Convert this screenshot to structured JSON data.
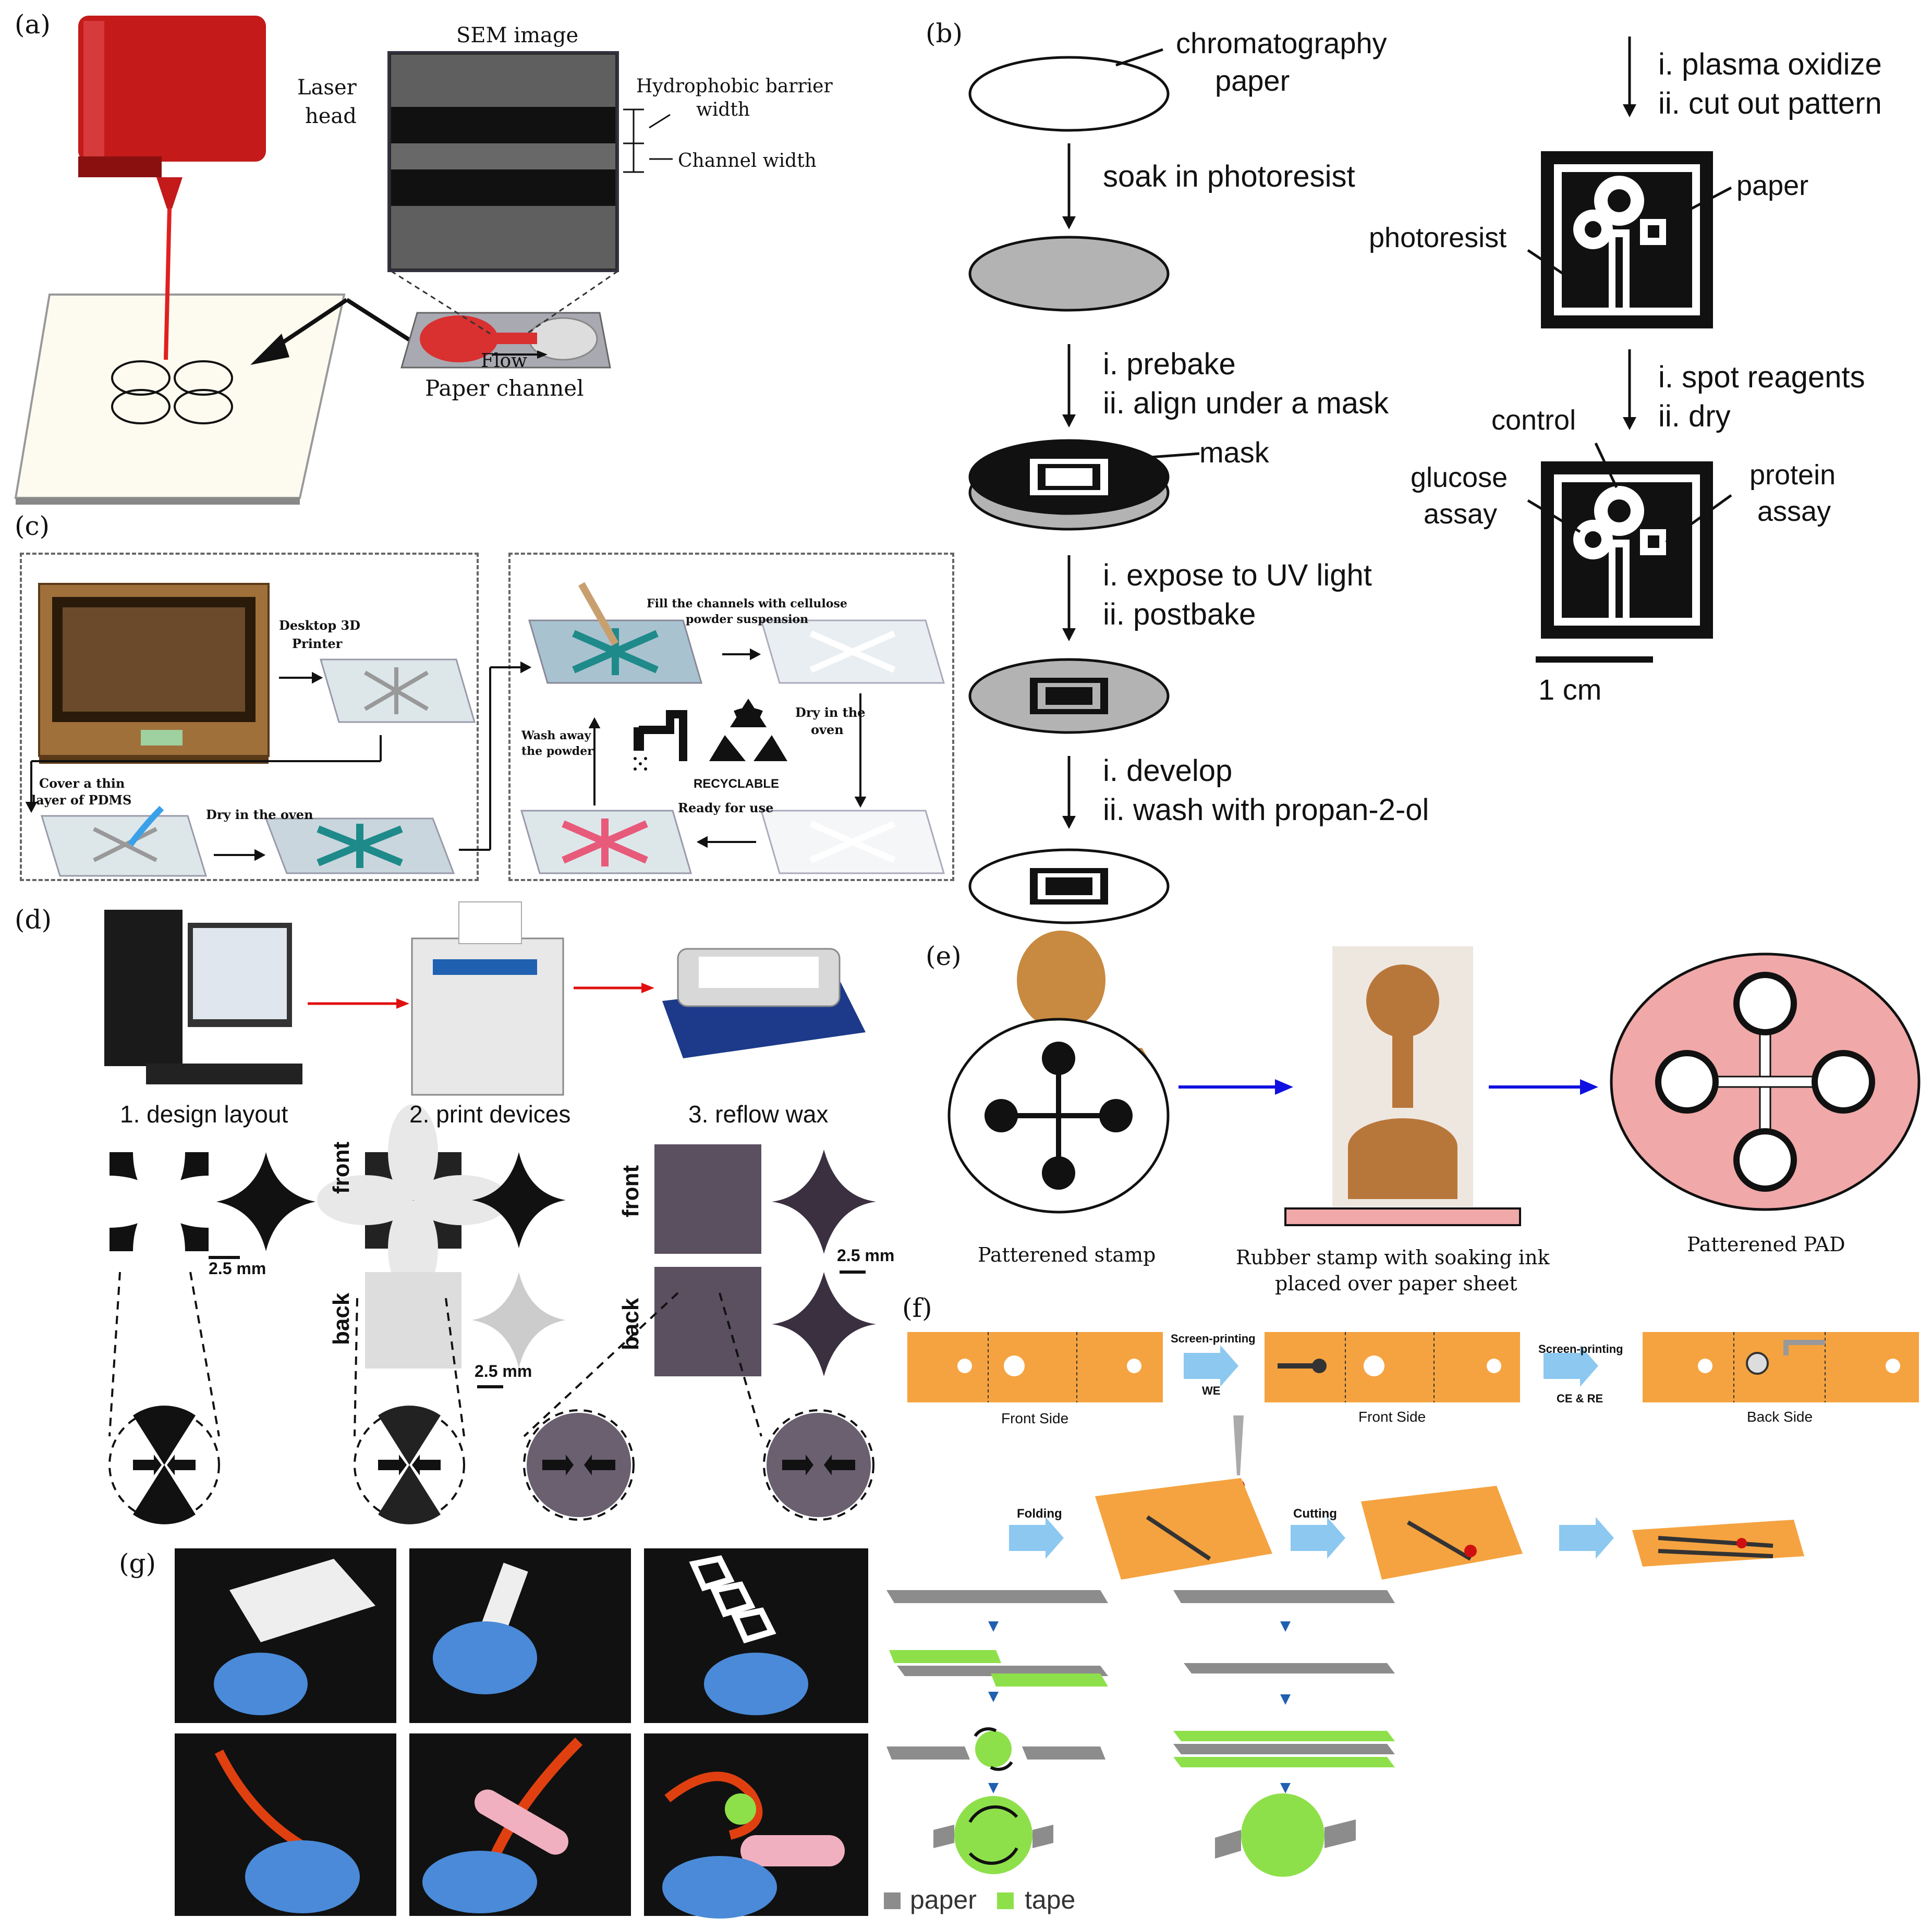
{
  "panels": {
    "a": {
      "label": "(a)",
      "sem_title": "SEM image",
      "laser_head": [
        "Laser",
        "head"
      ],
      "barrier_width": [
        "Hydrophobic barrier",
        "width"
      ],
      "channel_width": "Channel width",
      "flow": "Flow",
      "paper_channel": "Paper channel"
    },
    "b": {
      "label": "(b)",
      "chromatography": [
        "chromatography",
        "paper"
      ],
      "soak": "soak in photoresist",
      "prebake": [
        "i. prebake",
        "ii. align under a mask"
      ],
      "mask": "mask",
      "expose": [
        "i. expose to UV light",
        "ii. postbake"
      ],
      "develop": [
        "i. develop",
        "ii. wash with propan-2-ol"
      ],
      "plasma": [
        "i. plasma oxidize",
        "ii. cut out pattern"
      ],
      "paper": "paper",
      "photoresist": "photoresist",
      "spot": [
        "i. spot reagents",
        "ii. dry"
      ],
      "control": "control",
      "glucose": [
        "glucose",
        "assay"
      ],
      "protein": [
        "protein",
        "assay"
      ],
      "scale": "1 cm"
    },
    "c": {
      "label": "(c)",
      "printer": [
        "Desktop 3D",
        "Printer"
      ],
      "pdms": [
        "Cover a thin",
        "layer of PDMS"
      ],
      "dry_oven": "Dry in the oven",
      "fill": [
        "Fill the channels with cellulose",
        "powder suspension"
      ],
      "dry_in_oven": [
        "Dry in the",
        "oven"
      ],
      "wash": [
        "Wash away",
        "the powder"
      ],
      "recyclable": "RECYCLABLE",
      "ready": "Ready for use"
    },
    "d": {
      "label": "(d)",
      "step1": "1. design layout",
      "step2": "2. print devices",
      "step3": "3. reflow wax",
      "scale": "2.5 mm",
      "front": "front",
      "back": "back"
    },
    "e": {
      "label": "(e)",
      "stamp": "Patterened stamp",
      "rubber": [
        "Rubber stamp with soaking ink",
        "placed over paper sheet"
      ],
      "pad": "Patterened PAD"
    },
    "f": {
      "label": "(f)",
      "screen1": "Screen-printing",
      "we": "WE",
      "screen2": "Screen-printing",
      "cere": "CE & RE",
      "front1": "Front Side",
      "front2": "Front Side",
      "back": "Back Side",
      "folding": "Folding",
      "cutting": "Cutting"
    },
    "g": {
      "label": "(g)",
      "legend_paper": "paper",
      "legend_tape": "tape"
    }
  },
  "colors": {
    "laser_red": "#c41a1a",
    "flow_red": "#d93030",
    "teal": "#1f8a8a",
    "pink": "#e85a7a",
    "blue_arrow": "#1010e0",
    "pad_pink": "#f0a8a8",
    "orange": "#f5a340",
    "tape_green": "#8ee04a",
    "paper_gray": "#8c8c8c",
    "glove_blue": "#4a8ad8",
    "light_blue": "#8cc8f0"
  },
  "icons": [
    "recycle-icon",
    "faucet-icon",
    "computer-icon",
    "printer-icon",
    "hotplate-icon",
    "stamp-icon"
  ]
}
